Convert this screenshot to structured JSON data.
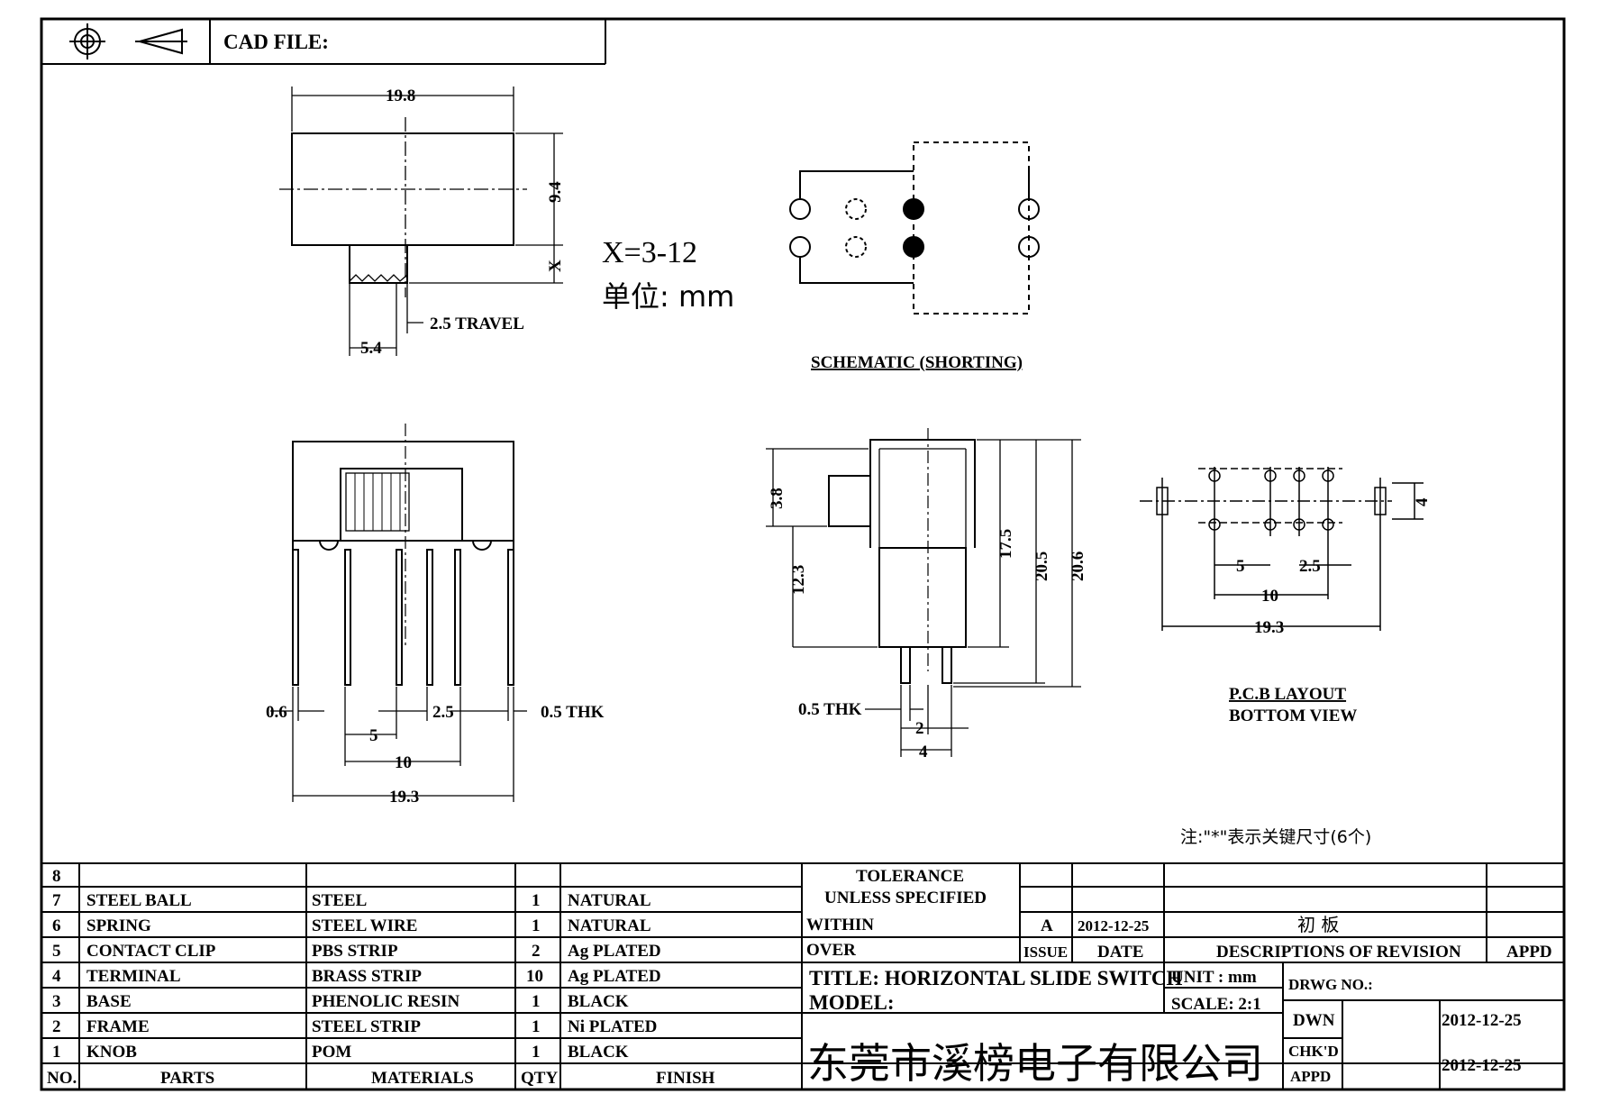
{
  "header": {
    "cad_file_label": "CAD FILE:"
  },
  "drawing": {
    "top_view": {
      "width": "19.8",
      "height": "9.4",
      "x_dim": "X",
      "knob_width": "5.4",
      "travel": "2.5 TRAVEL"
    },
    "range_note": "X=3-12",
    "unit_note": "单位: mm",
    "schematic_caption": "SCHEMATIC (SHORTING)",
    "front_view": {
      "pin_pitch_small": "0.6",
      "pin_pitch": "2.5",
      "thickness": "0.5 THK",
      "pitch_5": "5",
      "pitch_10": "10",
      "overall": "19.3"
    },
    "side_view": {
      "knob_height": "3.8",
      "base_height": "12.3",
      "body_height": "17.5",
      "total_a": "20.5",
      "total_b": "20.6",
      "thickness": "0.5 THK",
      "pitch_2": "2",
      "pitch_4": "4"
    },
    "pcb": {
      "row_pitch": "4",
      "pitch_5": "5",
      "pitch_25": "2.5",
      "pitch_10": "10",
      "overall": "19.3",
      "caption_1": "P.C.B LAYOUT",
      "caption_2": "BOTTOM VIEW"
    },
    "key_note": "注:\"*\"表示关键尺寸(6个)"
  },
  "bom": {
    "headers": {
      "no": "NO.",
      "parts": "PARTS",
      "materials": "MATERIALS",
      "qty": "QTY",
      "finish": "FINISH"
    },
    "rows": [
      {
        "no": "8",
        "part": "",
        "material": "",
        "qty": "",
        "finish": ""
      },
      {
        "no": "7",
        "part": "STEEL BALL",
        "material": "STEEL",
        "qty": "1",
        "finish": "NATURAL"
      },
      {
        "no": "6",
        "part": "SPRING",
        "material": "STEEL WIRE",
        "qty": "1",
        "finish": "NATURAL"
      },
      {
        "no": "5",
        "part": "CONTACT CLIP",
        "material": "PBS STRIP",
        "qty": "2",
        "finish": "Ag PLATED"
      },
      {
        "no": "4",
        "part": "TERMINAL",
        "material": "BRASS STRIP",
        "qty": "10",
        "finish": "Ag PLATED"
      },
      {
        "no": "3",
        "part": "BASE",
        "material": "PHENOLIC RESIN",
        "qty": "1",
        "finish": "BLACK"
      },
      {
        "no": "2",
        "part": "FRAME",
        "material": "STEEL STRIP",
        "qty": "1",
        "finish": "Ni PLATED"
      },
      {
        "no": "1",
        "part": "KNOB",
        "material": "POM",
        "qty": "1",
        "finish": "BLACK"
      }
    ]
  },
  "title_block": {
    "tolerance_1": "TOLERANCE",
    "tolerance_2": "UNLESS SPECIFIED",
    "within": "WITHIN",
    "over": "OVER",
    "rev_issue": "A",
    "rev_date": "2012-12-25",
    "rev_desc": "初 板",
    "issue_label": "ISSUE",
    "date_label": "DATE",
    "desc_label": "DESCRIPTIONS OF REVISION",
    "appd_label": "APPD",
    "title": "TITLE: HORIZONTAL SLIDE SWITCH",
    "unit": "UNIT : mm",
    "drwg_no_label": "DRWG NO.:",
    "model_label": "MODEL:",
    "scale": "SCALE: 2:1",
    "dwn_label": "DWN",
    "dwn_date": "2012-12-25",
    "chkd_label": "CHK'D",
    "appd2_label": "APPD",
    "appd_date": "2012-12-25",
    "company": "东莞市溪榜电子有限公司"
  }
}
